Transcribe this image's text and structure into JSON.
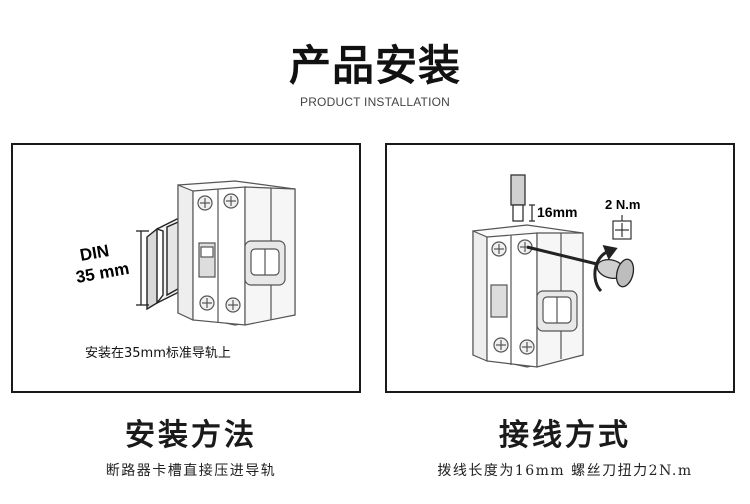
{
  "header": {
    "title": "产品安装",
    "subtitle": "PRODUCT INSTALLATION"
  },
  "left_panel": {
    "din_label_top": "DIN",
    "din_label_bottom": "35 mm",
    "caption": "安装在35mm标准导轨上"
  },
  "right_panel": {
    "strip_length_label": "16mm",
    "torque_label": "2 N.m"
  },
  "left_method": {
    "title": "安装方法",
    "description": "断路器卡槽直接压进导轨"
  },
  "right_method": {
    "title": "接线方式",
    "description": "拨线长度为16mm 螺丝刀扭力2N.m"
  },
  "icons": [
    "din-rail-icon",
    "circuit-breaker-icon",
    "wire-icon",
    "screwdriver-icon",
    "rotation-arrow-icon",
    "screw-head-icon"
  ]
}
